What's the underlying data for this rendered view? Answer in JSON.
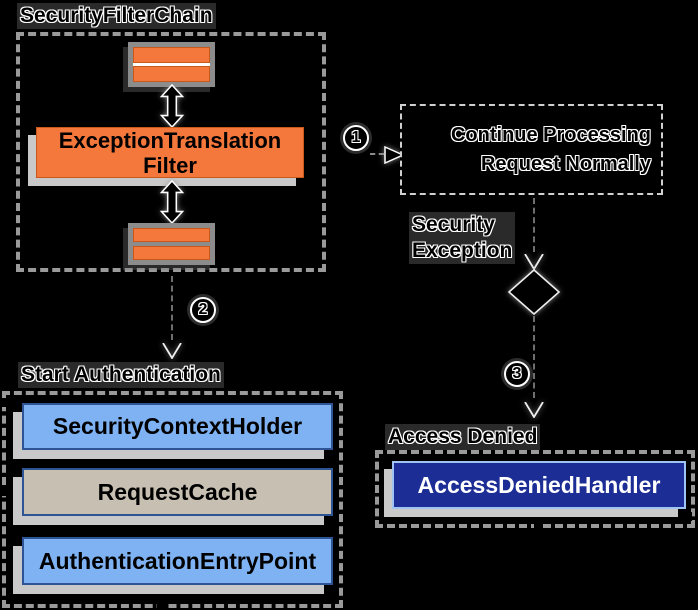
{
  "diagram": {
    "security_filter_chain": {
      "title": "SecurityFilterChain",
      "filter_line1": "ExceptionTranslation",
      "filter_line2": "Filter"
    },
    "markers": {
      "step1": "1",
      "step2": "2",
      "step3": "3"
    },
    "continue_box": {
      "line1": "Continue Processing",
      "line2": "Request Normally"
    },
    "security_exception": {
      "line1": "Security",
      "line2": "Exception"
    },
    "start_authentication": {
      "title": "Start Authentication",
      "items": [
        {
          "label": "SecurityContextHolder",
          "style": "blue"
        },
        {
          "label": "RequestCache",
          "style": "gray"
        },
        {
          "label": "AuthenticationEntryPoint",
          "style": "blue"
        }
      ]
    },
    "access_denied": {
      "title": "Access Denied",
      "handler_label": "AccessDeniedHandler"
    },
    "colors": {
      "orange": "#F4773B",
      "orange_border": "#C9581B",
      "light_blue": "#7EB2F2",
      "blue_border": "#2F5496",
      "gray_fill": "#C6BFB2",
      "navy": "#1C2E96",
      "navy_border": "#9FC4F2",
      "shadow": "#C9C9C9",
      "panel_gray": "#8C8C8C"
    }
  }
}
